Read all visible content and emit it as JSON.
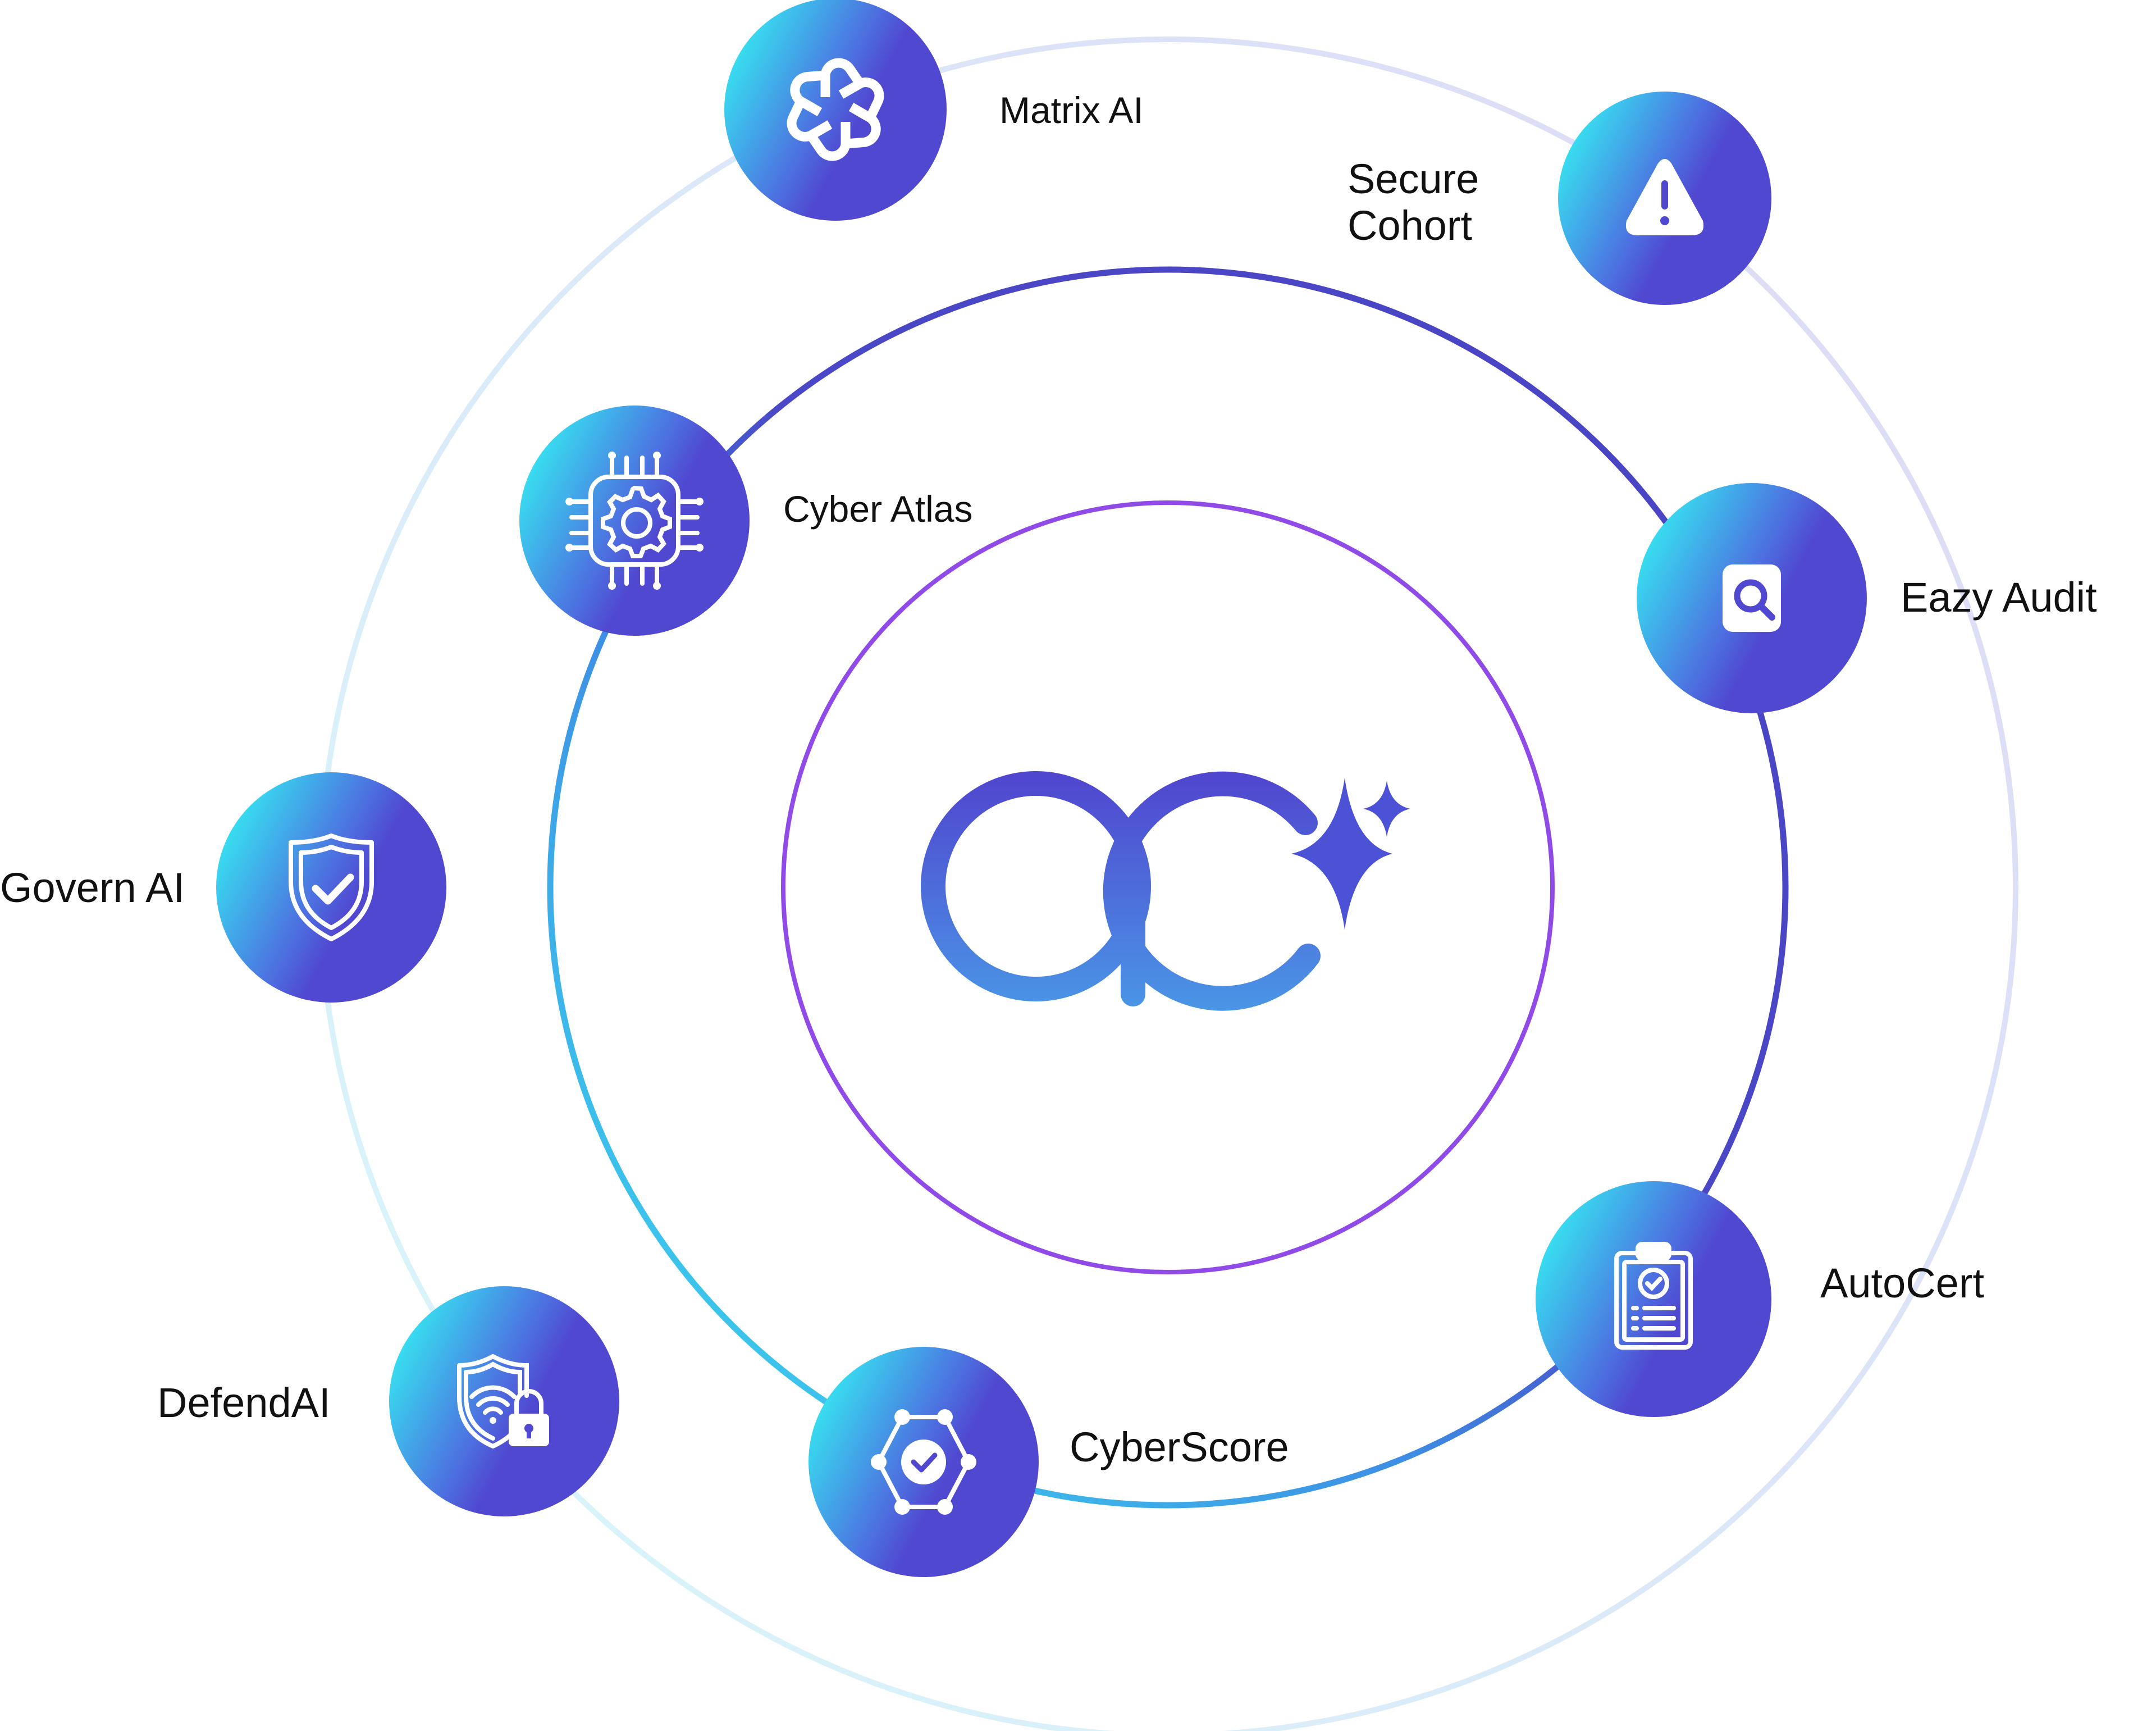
{
  "center_logo": {
    "name": "ac-logo",
    "colors": [
      "#5048d0",
      "#4a8ee4"
    ]
  },
  "colors": {
    "node_gradient_start": "#38dcf0",
    "node_gradient_end": "#5048d0",
    "inner_ring": "#8f4ae8",
    "middle_ring_dark": "#4a44c4",
    "middle_ring_light": "#3cd6ee",
    "outer_ring": "#dcdcf4"
  },
  "nodes": [
    {
      "id": "matrix-ai",
      "label": "Matrix AI",
      "icon": "openai-knot-icon"
    },
    {
      "id": "secure-cohort",
      "label_lines": [
        "Secure",
        "Cohort"
      ],
      "icon": "warning-triangle-icon"
    },
    {
      "id": "cyber-atlas",
      "label": "Cyber Atlas",
      "icon": "chip-gear-icon"
    },
    {
      "id": "eazy-audit",
      "label": "Eazy Audit",
      "icon": "document-search-icon"
    },
    {
      "id": "govern-ai",
      "label": "Govern AI",
      "icon": "shield-check-icon"
    },
    {
      "id": "defend-ai",
      "label": "DefendAI",
      "icon": "shield-wifi-lock-icon"
    },
    {
      "id": "cyberscore",
      "label": "CyberScore",
      "icon": "hexagon-network-check-icon"
    },
    {
      "id": "autocert",
      "label": "AutoCert",
      "icon": "clipboard-check-icon"
    }
  ]
}
